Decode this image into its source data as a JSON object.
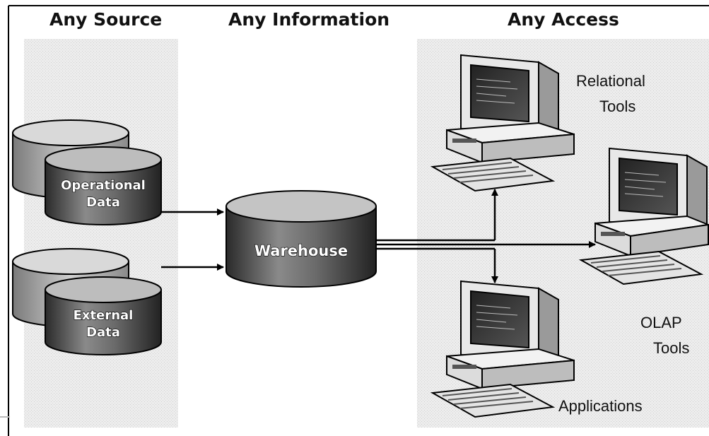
{
  "columns": {
    "source": "Any Source",
    "information": "Any Information",
    "access": "Any Access"
  },
  "sources": {
    "operational": [
      "Operational",
      "Data"
    ],
    "external": [
      "External",
      "Data"
    ]
  },
  "warehouse": "Warehouse",
  "tools": {
    "relational": [
      "Relational",
      "Tools"
    ],
    "olap": [
      "OLAP",
      "Tools"
    ],
    "applications": "Applications"
  }
}
